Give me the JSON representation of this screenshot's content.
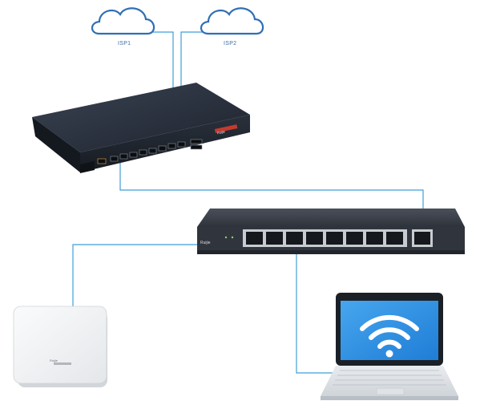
{
  "internet": {
    "isp1_label": "ISP1",
    "isp2_label": "ISP2"
  },
  "router": {
    "brand_label": "Ruijie"
  },
  "switch": {
    "brand_label": "Ruijie"
  },
  "access_point": {
    "brand_label": "Ruijie"
  },
  "laptop": {
    "screen_icon": "wifi-icon"
  },
  "colors": {
    "cable": "#3f9fd6",
    "cloud_stroke": "#2f6fb5",
    "device_body": "#262d38",
    "screen": "#2f8fe0"
  }
}
